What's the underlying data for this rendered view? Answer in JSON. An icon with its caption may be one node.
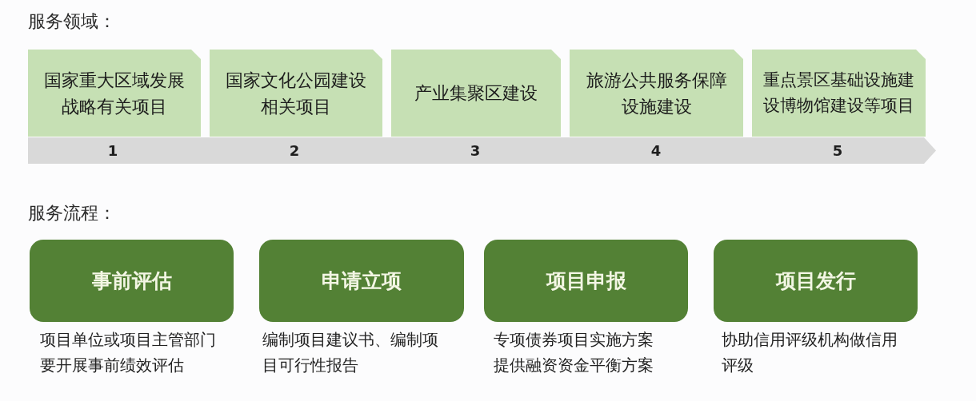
{
  "diagram": {
    "nodes": [
      {
        "text": [
          "国家重大区域发展战略有关项目"
        ]
      },
      {
        "text": [
          "国家文化公园建设相关项目"
        ]
      },
      {
        "text": [
          "产业集聚区建设"
        ]
      },
      {
        "text": [
          "旅游公共服务保障设施建设"
        ]
      },
      {
        "text": [
          "重点景区基础设施建设博物馆建设等项目"
        ]
      },
      {
        "text": [
          "1",
          "2",
          "3",
          "4",
          "5"
        ]
      },
      {
        "text": [
          "事前评估"
        ],
        "beside": [
          "项目单位或项目主管部门要开展事前绩效评估"
        ]
      },
      {
        "text": [
          "申请立项"
        ],
        "beside": [
          "编制项目建议书、编制项目可行性报告"
        ]
      },
      {
        "text": [
          "项目申报"
        ],
        "beside": [
          "专项债券项目实施方案提供融资资金平衡方案"
        ]
      },
      {
        "text": [
          "项目发行"
        ],
        "beside": [
          "协助信用评级机构做信用评级"
        ]
      }
    ],
    "labels": [
      "服务领域：",
      "服务流程："
    ]
  }
}
